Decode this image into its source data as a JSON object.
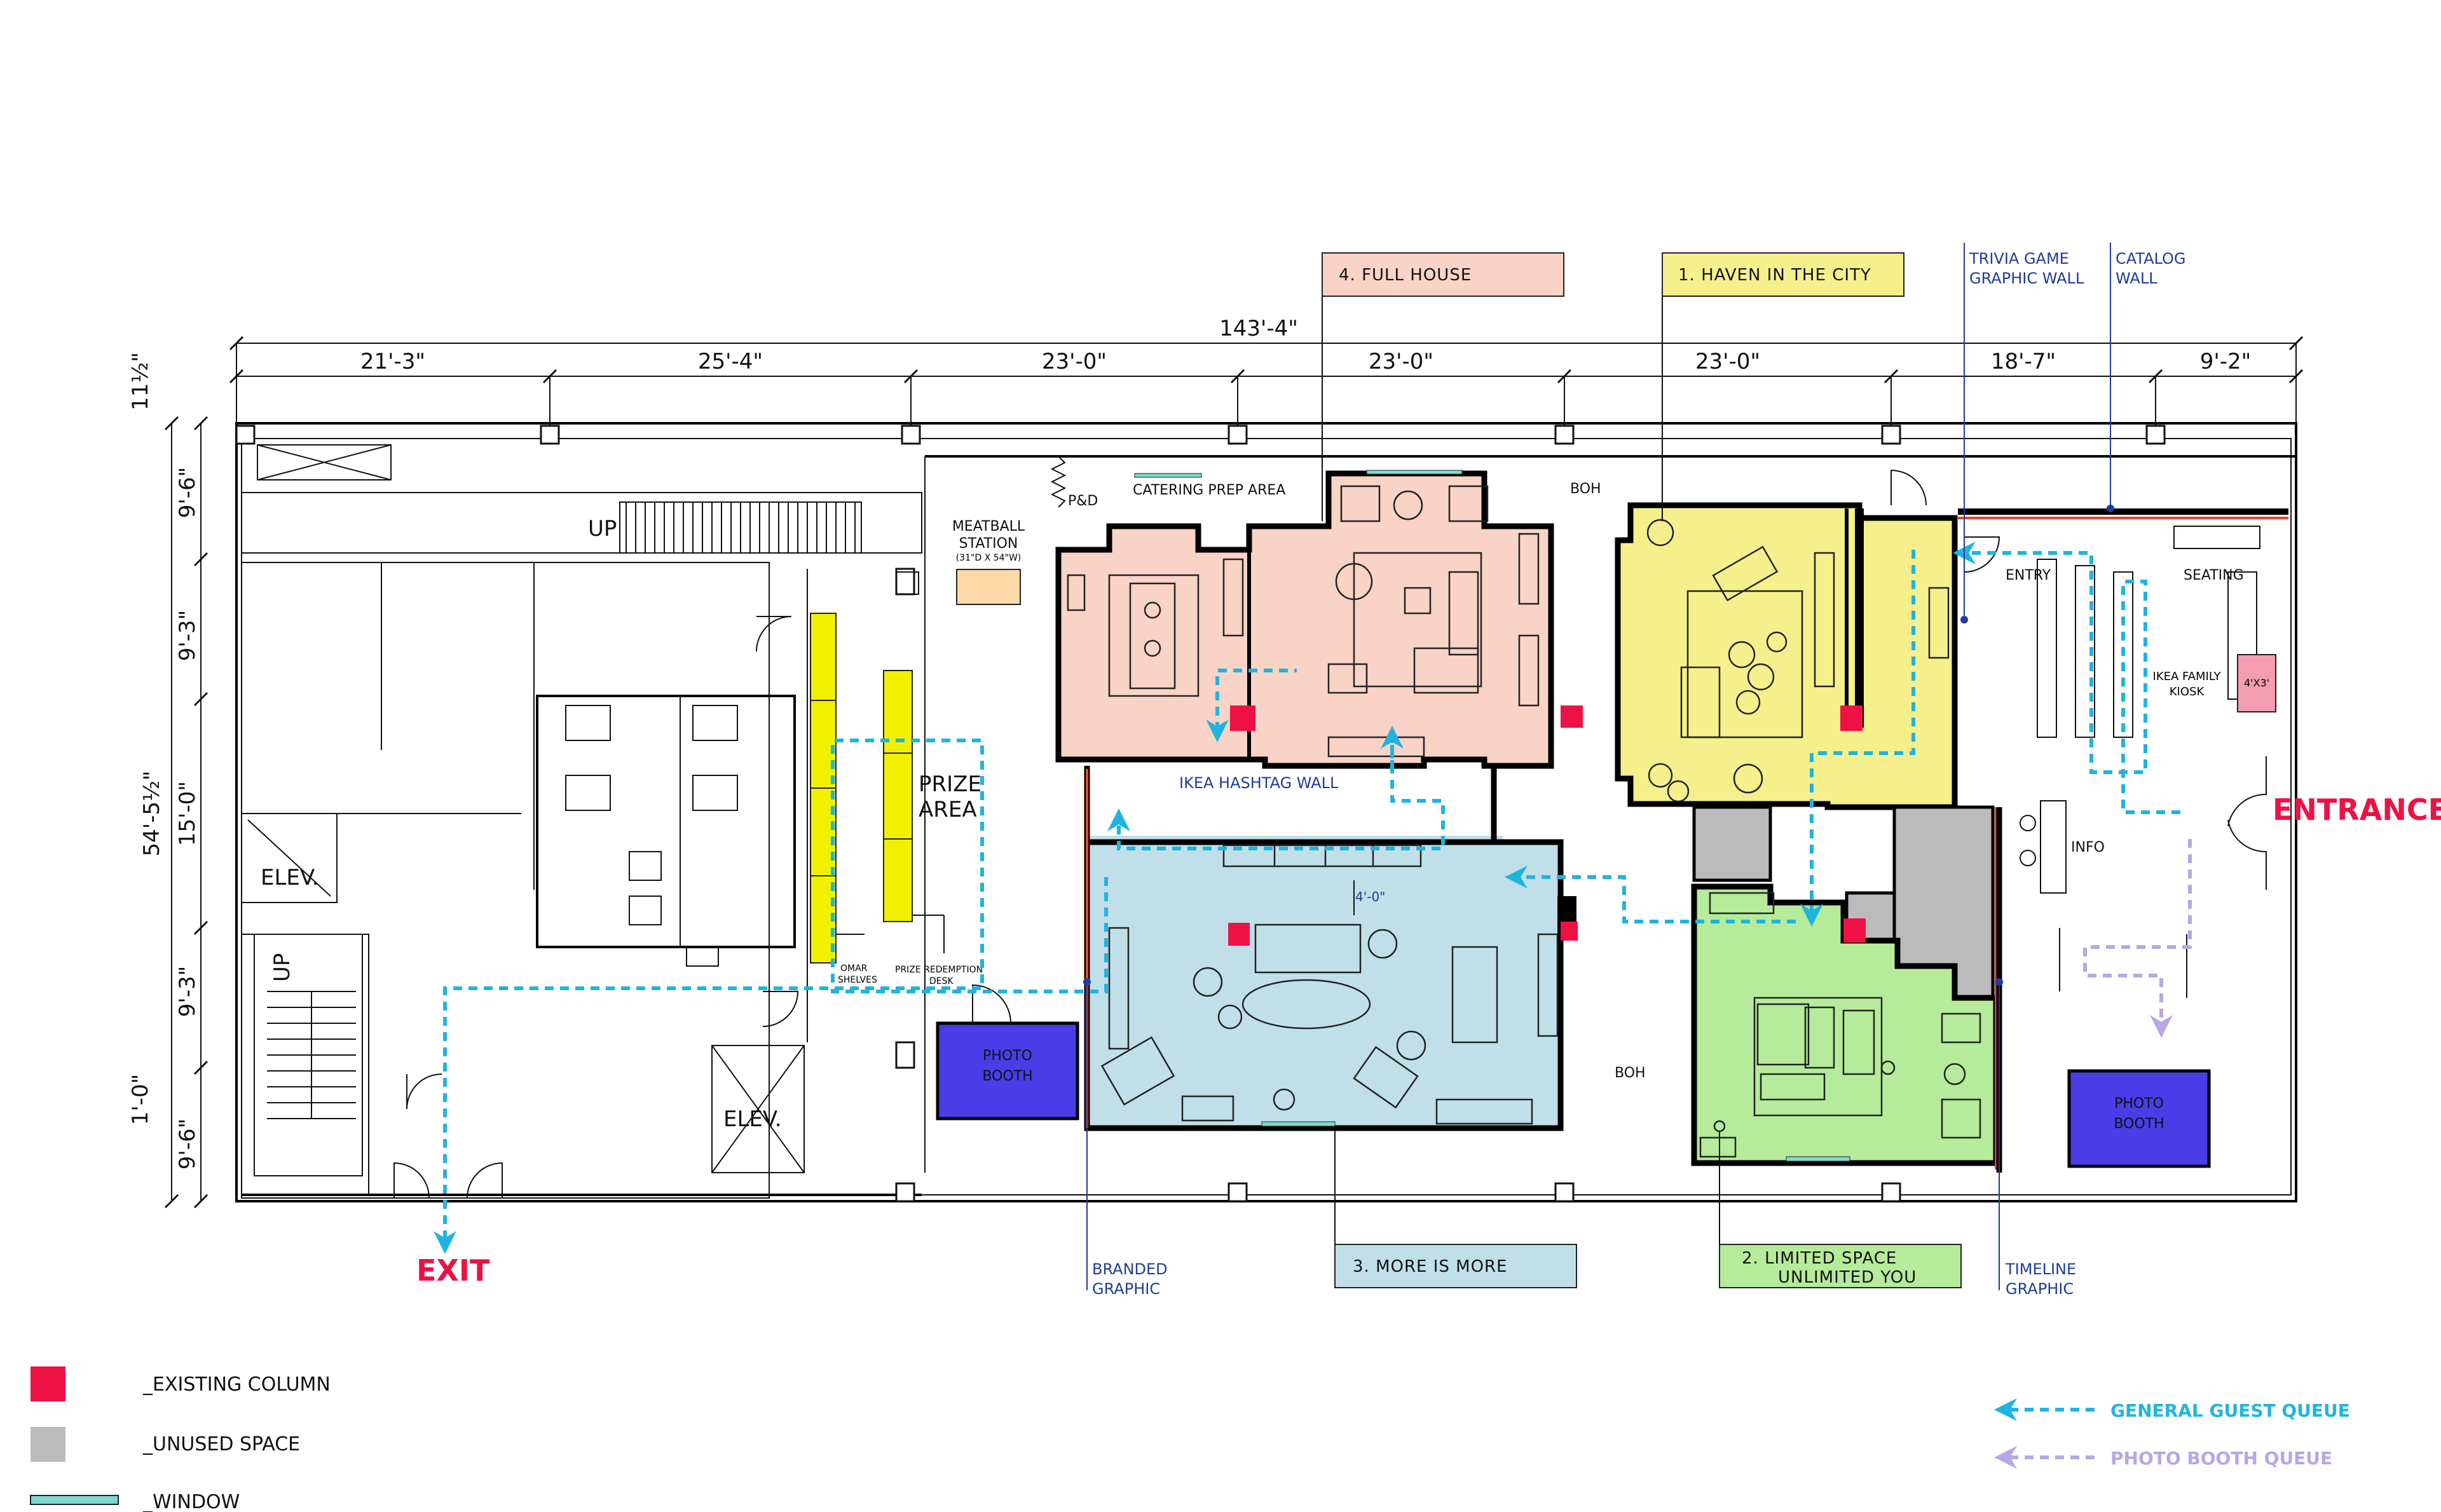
{
  "dimensions": {
    "overall": "143'-4\"",
    "segments": [
      "21'-3\"",
      "25'-4\"",
      "23'-0\"",
      "23'-0\"",
      "23'-0\"",
      "18'-7\"",
      "9'-2\""
    ],
    "depth_overall": "54'-5½\"",
    "depth_segments": [
      "9'-6\"",
      "9'-3\"",
      "15'-0\"",
      "9'-3\"",
      "9'-6\""
    ],
    "small": [
      "11½\"",
      "1'-0\""
    ],
    "interior": "4'-0\""
  },
  "zones": {
    "z4": "4.     FULL HOUSE",
    "z1": "1.    HAVEN IN THE CITY",
    "z3": "3.    MORE IS MORE",
    "z2_line1": "2.   LIMITED SPACE",
    "z2_line2": "UNLIMITED YOU"
  },
  "callouts": {
    "trivia_1": "TRIVIA GAME",
    "trivia_2": "GRAPHIC WALL",
    "catalog_1": "CATALOG",
    "catalog_2": "WALL",
    "branded_1": "BRANDED",
    "branded_2": "GRAPHIC",
    "timeline_1": "TIMELINE",
    "timeline_2": "GRAPHIC",
    "hashtag": "IKEA HASHTAG WALL"
  },
  "rooms": {
    "up1": "UP",
    "up2": "UP",
    "elev1": "ELEV.",
    "elev2": "ELEV.",
    "meatball_1": "MEATBALL",
    "meatball_2": "STATION",
    "meatball_3": "(31\"D X 54\"W)",
    "catering": "CATERING PREP AREA",
    "pd": "P&D",
    "boh_top": "BOH",
    "boh_bottom": "BOH",
    "prize_1": "PRIZE",
    "prize_2": "AREA",
    "omar_1": "OMAR",
    "omar_2": "SHELVES",
    "redemption_1": "PRIZE REDEMPTION",
    "redemption_2": "DESK",
    "photo_1": "PHOTO",
    "photo_2": "BOOTH",
    "photo2_1": "PHOTO",
    "photo2_2": "BOOTH",
    "entry": "ENTRY",
    "seating": "SEATING",
    "kiosk_1": "IKEA FAMILY",
    "kiosk_2": "KIOSK",
    "kiosk_size": "4'X3'",
    "info": "INFO"
  },
  "entrance": "ENTRANCE",
  "exit": "EXIT",
  "legend": {
    "existing_column": "_EXISTING COLUMN",
    "unused_space": "_UNUSED SPACE",
    "window": "_WINDOW",
    "general_queue": "GENERAL GUEST QUEUE",
    "photo_queue": "PHOTO BOOTH QUEUE"
  },
  "colors": {
    "full_house": "#f8d3c6",
    "haven": "#f5f08c",
    "more_is_more": "#c0dfe9",
    "limited_space": "#b5eb9a",
    "photo_booth": "#4a3de8",
    "prize_shelf": "#f0f000",
    "existing_column": "#ee1144",
    "unused": "#bbbbbb",
    "window": "#7fd8d2",
    "general_queue": "#1fb4e0",
    "photo_queue": "#b9a6e6",
    "entrance_exit": "#ee1144",
    "callout_blue": "#1e3c9c"
  }
}
